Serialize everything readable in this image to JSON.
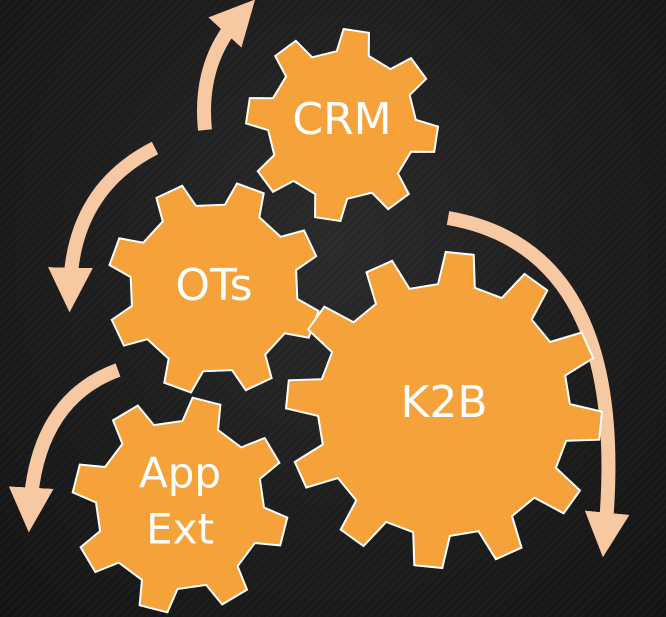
{
  "diagram": {
    "gears": [
      {
        "id": "crm",
        "lines": [
          "CRM"
        ]
      },
      {
        "id": "ots",
        "lines": [
          "OTs"
        ]
      },
      {
        "id": "k2b",
        "lines": [
          "K2B"
        ]
      },
      {
        "id": "appext",
        "lines": [
          "App",
          "Ext"
        ]
      }
    ],
    "colors": {
      "gear_fill": "#F5A23A",
      "gear_stroke": "#FFFFFF",
      "arrow": "#F7C9A3",
      "label": "#FFFFFF",
      "background": "#1C1C1C"
    }
  }
}
